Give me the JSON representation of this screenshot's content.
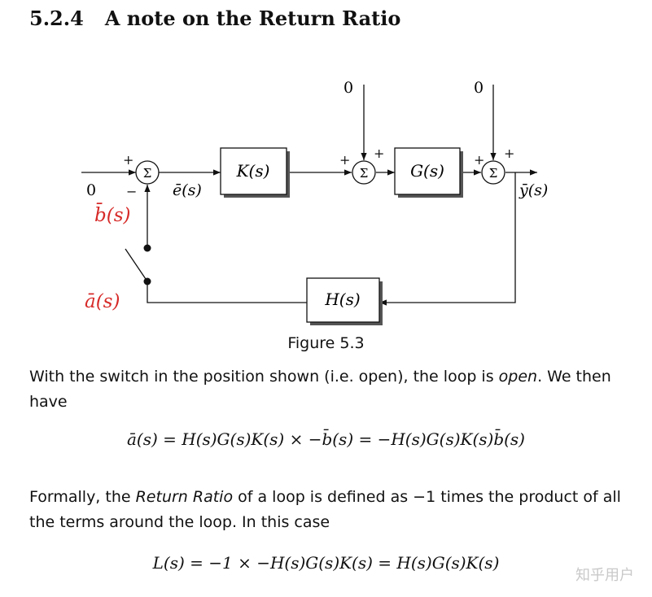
{
  "section": {
    "number": "5.2.4",
    "title": "A note on the Return Ratio"
  },
  "diagram": {
    "blocks": {
      "K": "K(s)",
      "G": "G(s)",
      "H": "H(s)"
    },
    "sum_symbol": "Σ",
    "signals": {
      "input": "0",
      "error": "ē(s)",
      "output": "ȳ(s)",
      "b": "b̄(s)",
      "a": "ā(s)"
    },
    "disturbance_inputs": [
      "0",
      "0"
    ],
    "signs": {
      "plus": "+",
      "minus": "−"
    },
    "colors": {
      "loop_signal": "#d62a28",
      "ink": "#111111",
      "block_shadow": "#555555"
    }
  },
  "figure_caption": "Figure 5.3",
  "paragraph1": {
    "before": "With the switch in the position shown (i.e. open), the loop is ",
    "emph": "open",
    "after": ". We then have"
  },
  "equation1": "ā(s) = H(s)G(s)K(s) × −b̄(s) = −H(s)G(s)K(s)b̄(s)",
  "paragraph2": {
    "before": "Formally, the ",
    "emph": "Return Ratio",
    "after": " of a loop is defined as −1 times the product of all the terms around the loop. In this case"
  },
  "equation2": "L(s) = −1 × −H(s)G(s)K(s) = H(s)G(s)K(s)",
  "watermark": "知乎用户"
}
